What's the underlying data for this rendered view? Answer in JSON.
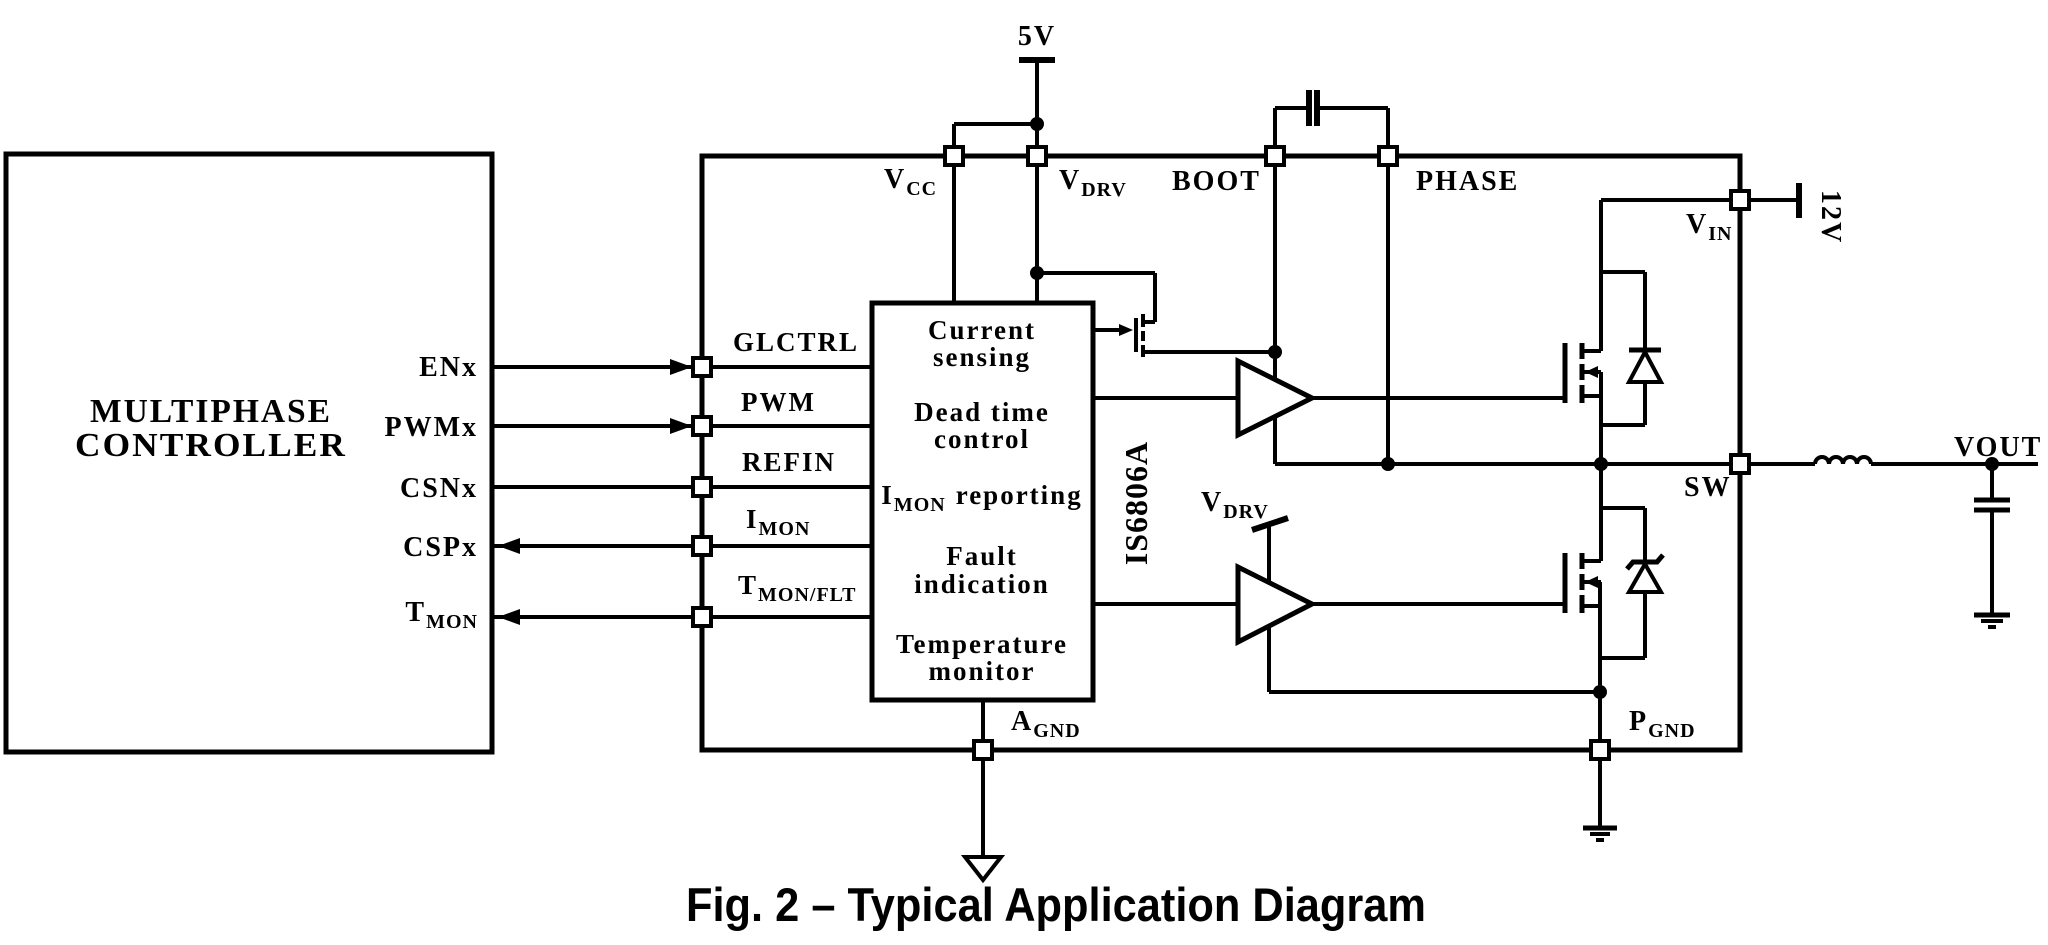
{
  "colors": {
    "ink": "#000000",
    "accent": "#2AA7DB",
    "background": "#ffffff"
  },
  "caption": "Fig. 2 – Typical Application Diagram",
  "controller": {
    "title": {
      "line1": "MULTIPHASE",
      "line2": "CONTROLLER"
    },
    "pins": [
      {
        "main": "ENx",
        "sub": ""
      },
      {
        "main": "PWMx",
        "sub": ""
      },
      {
        "main": "CSNx",
        "sub": ""
      },
      {
        "main": "CSPx",
        "sub": ""
      },
      {
        "main": "T",
        "sub": "MON"
      }
    ]
  },
  "chip": {
    "part_number": "IS6806A",
    "left_pins": [
      {
        "main": "GLCTRL",
        "sub": ""
      },
      {
        "main": "PWM",
        "sub": ""
      },
      {
        "main": "REFIN",
        "sub": ""
      },
      {
        "main": "I",
        "sub": "MON"
      },
      {
        "main": "T",
        "sub": "MON/FLT"
      }
    ],
    "top_pins": [
      {
        "main": "V",
        "sub": "CC"
      },
      {
        "main": "V",
        "sub": "DRV"
      },
      {
        "main": "BOOT",
        "sub": ""
      },
      {
        "main": "PHASE",
        "sub": ""
      }
    ],
    "right_pins": [
      {
        "main": "V",
        "sub": "IN"
      },
      {
        "main": "SW",
        "sub": ""
      }
    ],
    "bottom_pins": [
      {
        "main": "A",
        "sub": "GND"
      },
      {
        "main": "P",
        "sub": "GND"
      }
    ],
    "functions": {
      "f1a": "Current",
      "f1b": "sensing",
      "f2a": "Dead time",
      "f2b": "control",
      "f3_main": "I",
      "f3_sub": "MON",
      "f3_rest": "reporting",
      "f4a": "Fault",
      "f4b": "indication",
      "f5a": "Temperature",
      "f5b": "monitor"
    },
    "low_driver_supply": {
      "main": "V",
      "sub": "DRV"
    }
  },
  "power": {
    "supply_5v": "5V",
    "supply_12v": "12V",
    "output": "VOUT"
  }
}
